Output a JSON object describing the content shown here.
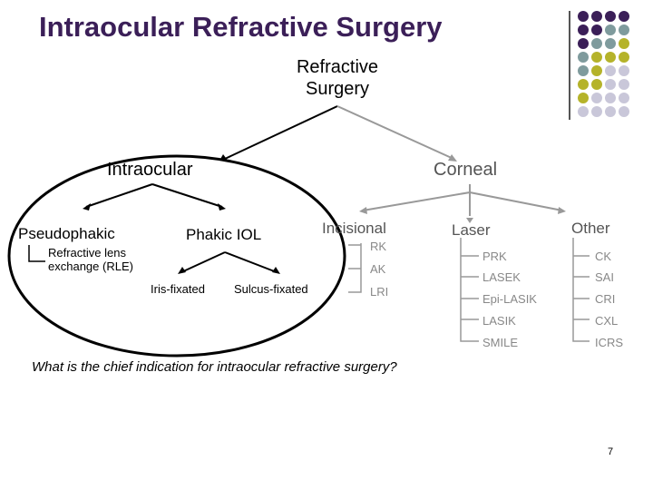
{
  "title": "Intraocular Refractive Surgery",
  "root": "Refractive Surgery",
  "branches": {
    "intraocular": "Intraocular",
    "corneal": "Corneal"
  },
  "intraocular": {
    "pseudophakic": "Pseudophakic",
    "pseudophakic_child": "Refractive lens exchange (RLE)",
    "phakic_iol": "Phakic IOL",
    "phakic_children": [
      "Iris-fixated",
      "Sulcus-fixated"
    ]
  },
  "corneal": {
    "incisional": {
      "label": "Incisional",
      "items": [
        "RK",
        "AK",
        "LRI"
      ]
    },
    "laser": {
      "label": "Laser",
      "items": [
        "PRK",
        "LASEK",
        "Epi-LASIK",
        "LASIK",
        "SMILE"
      ]
    },
    "other": {
      "label": "Other",
      "items": [
        "CK",
        "SAI",
        "CRI",
        "CXL",
        "ICRS"
      ]
    }
  },
  "question": "What is the chief indication for intraocular refractive surgery?",
  "page_number": "7",
  "colors": {
    "title": "#3b1f58",
    "purple": "#3b1f58",
    "teal": "#7f9b9d",
    "olive": "#b5b32a",
    "lavender": "#c9c7d9",
    "connector": "#999999"
  }
}
